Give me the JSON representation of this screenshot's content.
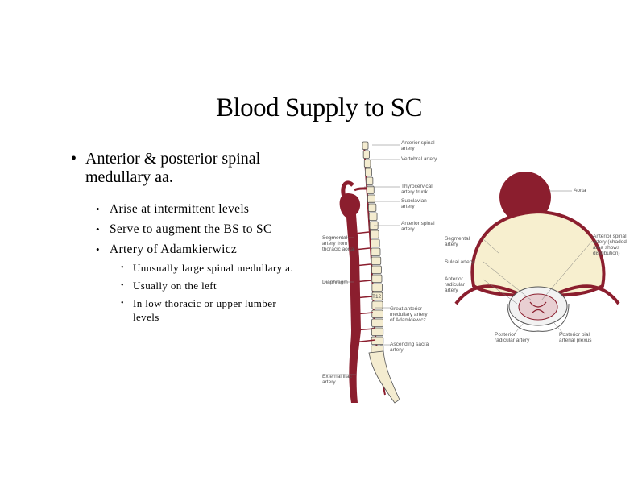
{
  "slide": {
    "title": "Blood Supply to SC",
    "bullets": {
      "main": "Anterior & posterior spinal medullary aa.",
      "sub1": "Arise at intermittent levels",
      "sub2": "Serve to augment the BS to SC",
      "sub3": "Artery of Adamkierwicz",
      "sub3_items": [
        "Unusually large spinal medullary a.",
        "Usually on the left",
        "In low thoracic or upper lumber levels"
      ]
    }
  },
  "figure_spine": {
    "labels": {
      "anterior_spinal_artery": "Anterior spinal artery",
      "vertebral_artery": "Vertebral artery",
      "thyrocervical": "Thyrocervical artery trunk",
      "subclavian": "Subclavian artery",
      "anterior_spinal_artery_2": "Anterior spinal artery",
      "segmental": "Segmental artery from thoracic aorta",
      "diaphragm": "Diaphragm",
      "t12": "T12",
      "great_anterior": "Great anterior medullary artery of Adamkiewicz",
      "ascending_sacral": "Ascending sacral artery",
      "external_iliac": "External iliac artery"
    }
  },
  "figure_cross_section": {
    "labels": {
      "aorta": "Aorta",
      "segmental_artery": "Segmental artery",
      "anterior_spinal_shaded": "Anterior spinal artery (shaded area shows distribution)",
      "sulcal_artery": "Sulcal artery",
      "anterior_radicular": "Anterior radicular artery",
      "posterior_radicular": "Posterior radicular artery",
      "posterior_pial": "Posterior pial arterial plexus"
    }
  },
  "colors": {
    "artery": "#8b1e2e",
    "bone": "#f4ecd0",
    "outline": "#555555"
  }
}
